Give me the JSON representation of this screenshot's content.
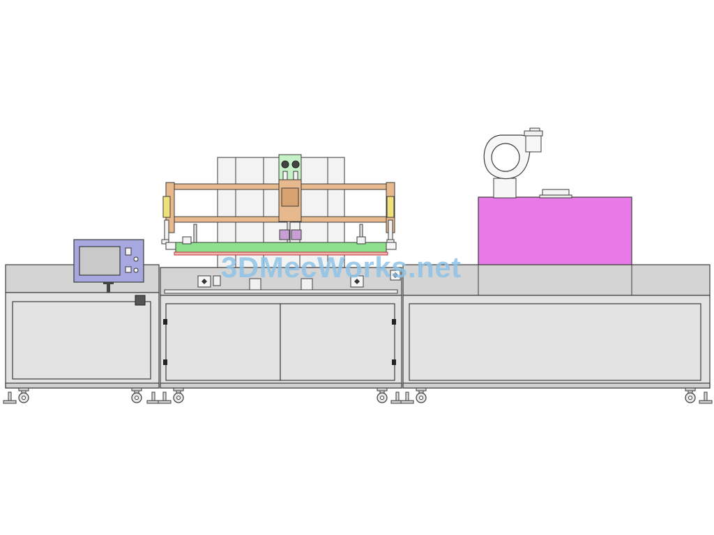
{
  "watermark": {
    "text": "3DMecWorks.net"
  },
  "colors": {
    "background": "#ffffff",
    "line": "#3a3a3a",
    "cabinet_fill": "#e3e3e3",
    "cabinet_top": "#d4d4d4",
    "frame_wood": "#e7b98d",
    "frame_wood_dark": "#cf9a6a",
    "green_bar": "#8ee08e",
    "screen_panel": "#a8a8e0",
    "screen_inner": "#c9c9c9",
    "oven_magenta": "#e87ae8",
    "watermark": "#8ec3e6"
  },
  "components": [
    {
      "name": "control-cabinet",
      "label": ""
    },
    {
      "name": "printing-station",
      "label": ""
    },
    {
      "name": "drying-oven",
      "label": ""
    },
    {
      "name": "blower",
      "label": ""
    },
    {
      "name": "touch-screen",
      "label": ""
    }
  ]
}
